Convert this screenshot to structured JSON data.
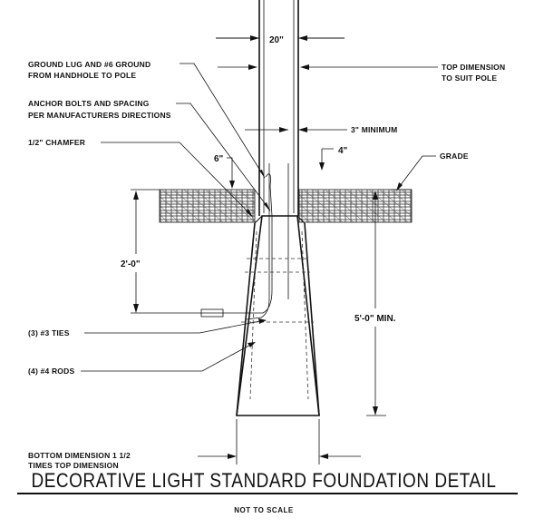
{
  "title": "DECORATIVE LIGHT STANDARD FOUNDATION DETAIL",
  "subtitle": "NOT TO SCALE",
  "callouts": {
    "ground_lug_line1": "GROUND LUG AND #6 GROUND",
    "ground_lug_line2": "FROM HANDHOLE TO POLE",
    "anchor_line1": "ANCHOR BOLTS AND SPACING",
    "anchor_line2": "PER MANUFACTURERS DIRECTIONS",
    "chamfer": "1/2\" CHAMFER",
    "top_dim_line1": "TOP DIMENSION",
    "top_dim_line2": "TO SUIT POLE",
    "grade": "GRADE",
    "minimum": "3\" MINIMUM",
    "ties": "(3) #3 TIES",
    "rods": "(4) #4 RODS",
    "bottom_dim_line1": "BOTTOM DIMENSION 1 1/2",
    "bottom_dim_line2": "TIMES TOP DIMENSION"
  },
  "dimensions": {
    "pole_width": "20\"",
    "offset_4": "4\"",
    "offset_6": "6\"",
    "depth_above": "2'-0\"",
    "total_depth": "5'-0\" MIN."
  }
}
